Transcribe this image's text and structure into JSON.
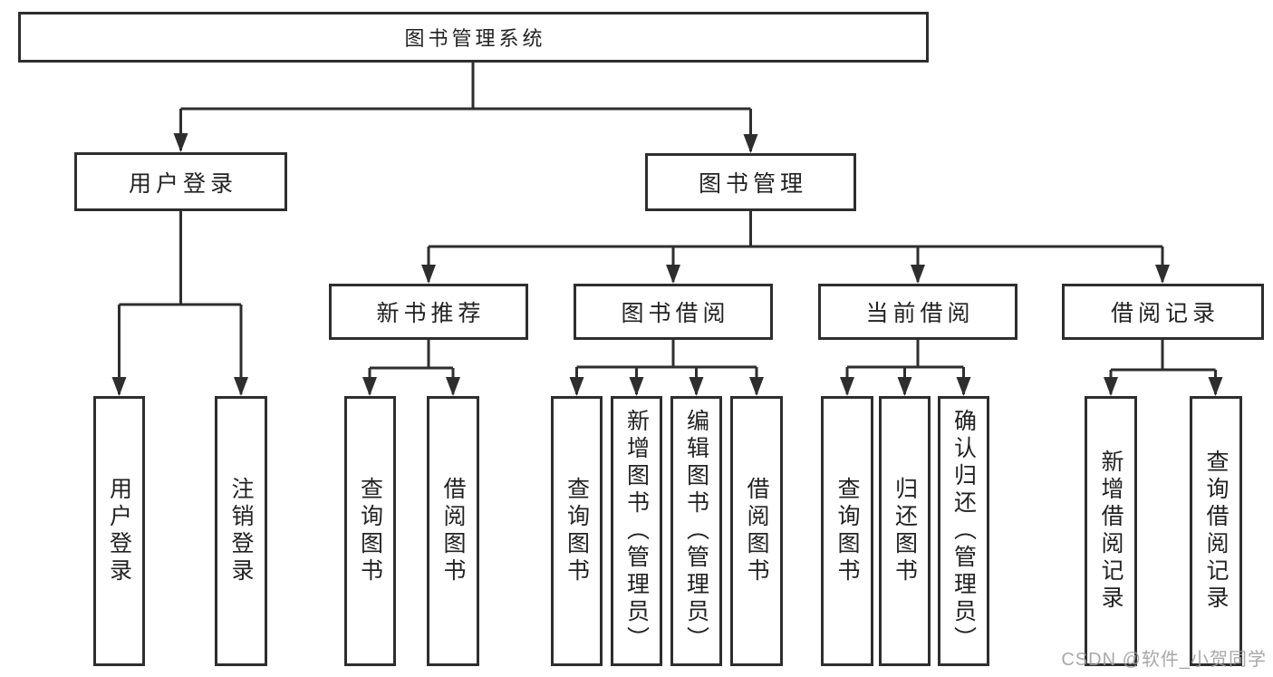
{
  "diagram_title": "图书管理系统",
  "nodes": {
    "root": "图书管理系统",
    "userLogin": "用户登录",
    "bookMgmt": "图书管理",
    "newBookRec": "新书推荐",
    "bookBorrow": "图书借阅",
    "currentBorrow": "当前借阅",
    "borrowRecords": "借阅记录",
    "userLoginV": "用户登录",
    "logoutV": "注销登录",
    "queryBooks1": "查询图书",
    "borrowBooks1": "借阅图书",
    "queryBooks2": "查询图书",
    "addBooksAdmin": "新增图书（管理员）",
    "editBooksAdmin": "编辑图书（管理员）",
    "borrowBooks2": "借阅图书",
    "queryBooks3": "查询图书",
    "returnBooks": "归还图书",
    "confirmReturnAdmin": "确认归还（管理员）",
    "addBorrowRecord": "新增借阅记录",
    "queryBorrowRecord": "查询借阅记录"
  },
  "watermark": {
    "text": "CSDN @软件_小贺同学",
    "color": "#9e9e9e"
  },
  "colors": {
    "line": "#2e2e2e",
    "box_border": "#2e2e2e",
    "box_fill": "#ffffff",
    "text": "#222222",
    "background": "#ffffff"
  }
}
